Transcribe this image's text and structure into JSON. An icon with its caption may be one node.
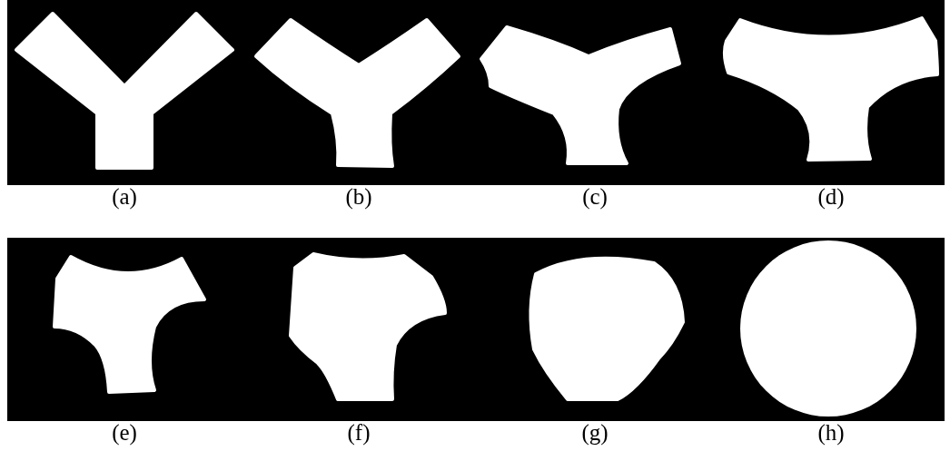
{
  "diagram": {
    "labels": [
      "(a)",
      "(b)",
      "(c)",
      "(d)",
      "(e)",
      "(f)",
      "(g)",
      "(h)"
    ]
  }
}
